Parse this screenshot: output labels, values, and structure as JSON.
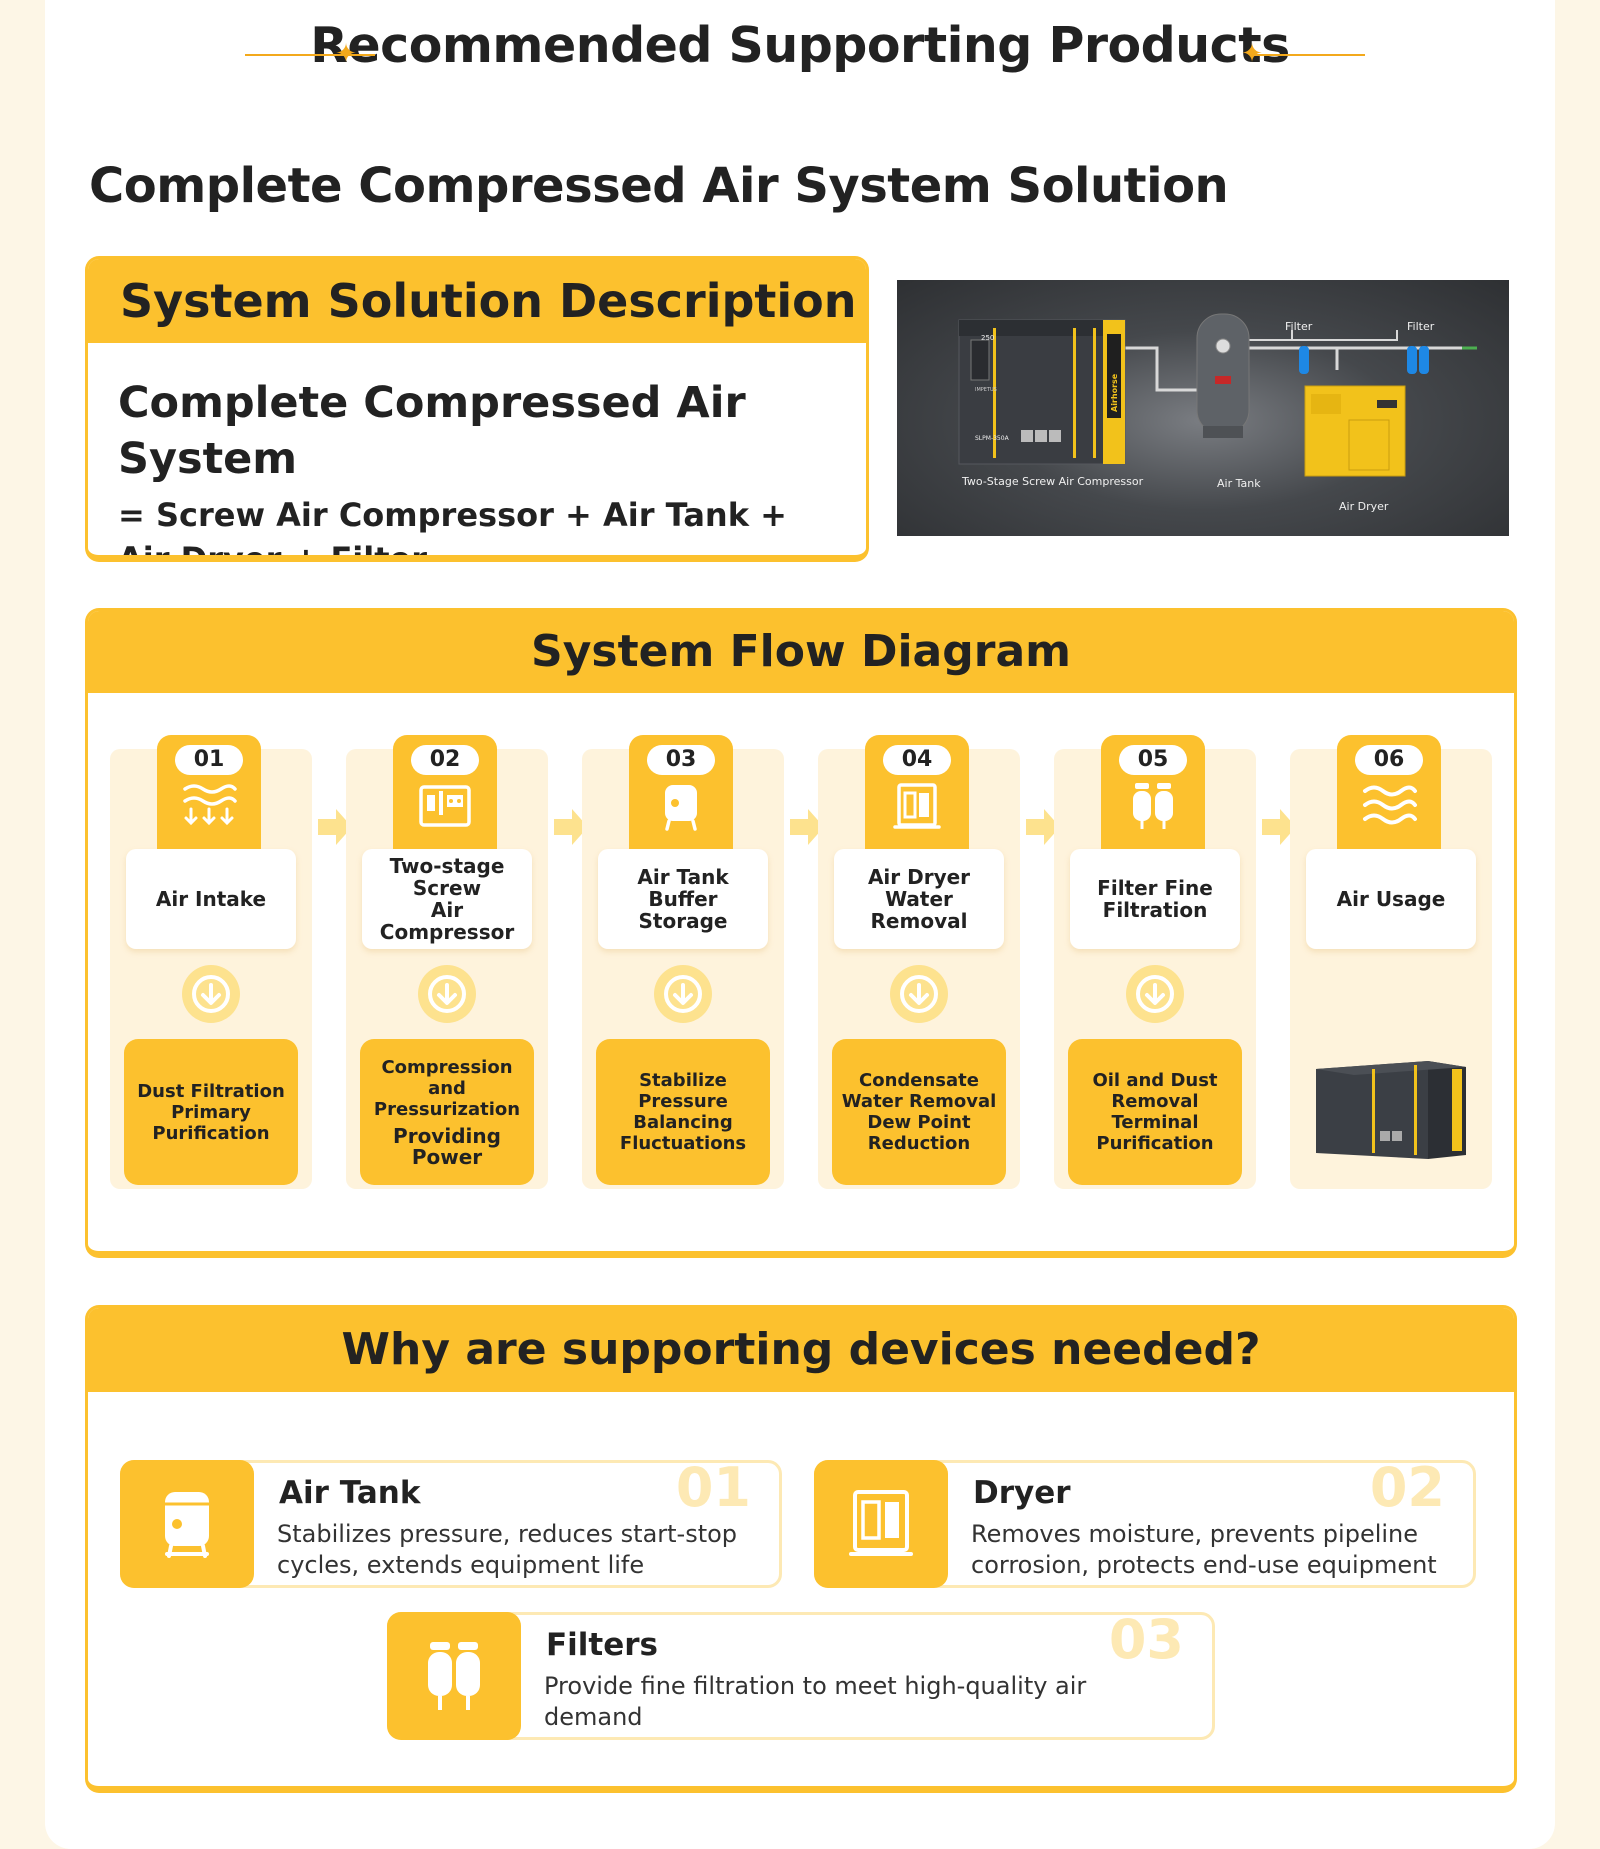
{
  "header": {
    "title": "Recommended Supporting Products",
    "subtitle": "Complete Compressed Air System Solution"
  },
  "description": {
    "heading": "System Solution Description",
    "system_name": "Complete Compressed Air System",
    "formula": "= Screw Air Compressor + Air Tank + Air Dryer + Filter"
  },
  "system_image": {
    "labels": {
      "filter_1": "Filter",
      "filter_2": "Filter",
      "compressor": "Two-Stage Screw Air Compressor",
      "tank": "Air Tank",
      "dryer": "Air Dryer",
      "brand": "Airhorse",
      "model": "SLPM-350A",
      "rating": "250",
      "tagline": "IMPETUS"
    }
  },
  "flow": {
    "heading": "System Flow Diagram",
    "steps": [
      {
        "num": "01",
        "icon": "air-intake-icon",
        "label": "Air Intake",
        "desc": "Dust Filtration\nPrimary\nPurification"
      },
      {
        "num": "02",
        "icon": "compressor-icon",
        "label": "Two-stage\nScrew\nAir Compressor",
        "desc": "Compression and\nPressurization",
        "desc_extra": "Providing Power"
      },
      {
        "num": "03",
        "icon": "air-tank-icon",
        "label": "Air Tank\nBuffer\nStorage",
        "desc": "Stabilize Pressure\nBalancing\nFluctuations"
      },
      {
        "num": "04",
        "icon": "air-dryer-icon",
        "label": "Air Dryer\nWater Removal",
        "desc": "Condensate\nWater Removal\nDew Point\nReduction"
      },
      {
        "num": "05",
        "icon": "filter-icon",
        "label": "Filter Fine\nFiltration",
        "desc": "Oil and Dust\nRemoval\nTerminal\nPurification"
      },
      {
        "num": "06",
        "icon": "air-usage-icon",
        "label": "Air Usage"
      }
    ]
  },
  "why": {
    "heading": "Why are supporting devices needed?",
    "items": [
      {
        "num": "01",
        "icon": "air-tank-icon",
        "title": "Air Tank",
        "text": "Stabilizes pressure, reduces start-stop cycles, extends equipment life"
      },
      {
        "num": "02",
        "icon": "dryer-icon",
        "title": "Dryer",
        "text": "Removes moisture, prevents pipeline corrosion, protects end-use equipment"
      },
      {
        "num": "03",
        "icon": "filters-icon",
        "title": "Filters",
        "text": "Provide fine filtration to meet high-quality air demand"
      }
    ]
  },
  "colors": {
    "accent": "#fcc12e",
    "accent_light": "#fef3dc",
    "accent_soft": "#fde28e",
    "text": "#222222"
  }
}
